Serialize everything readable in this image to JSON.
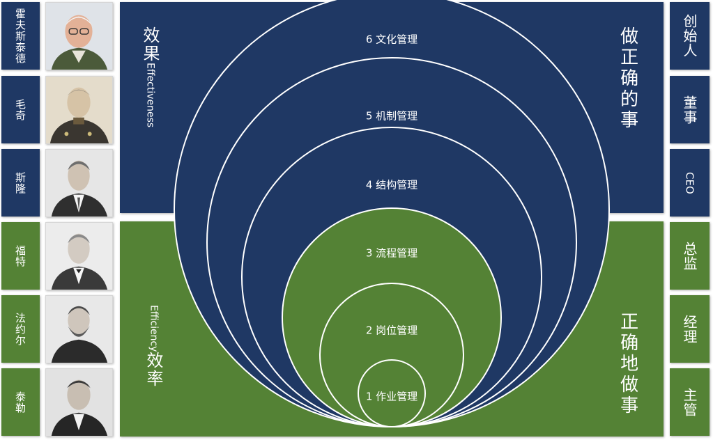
{
  "colors": {
    "navy": "#1f3864",
    "green": "#548235",
    "white": "#ffffff"
  },
  "people": [
    {
      "name": "霍夫斯泰德",
      "panel": "navy",
      "icon": "portrait-elderly-man-glasses"
    },
    {
      "name": "毛奇",
      "panel": "navy",
      "icon": "portrait-military-officer"
    },
    {
      "name": "斯隆",
      "panel": "navy",
      "icon": "portrait-businessman"
    },
    {
      "name": "福特",
      "panel": "green",
      "icon": "portrait-businessman"
    },
    {
      "name": "法约尔",
      "panel": "green",
      "icon": "portrait-bearded-man"
    },
    {
      "name": "泰勒",
      "panel": "green",
      "icon": "portrait-businessman"
    }
  ],
  "roles": [
    {
      "label": "创始人",
      "panel": "navy"
    },
    {
      "label": "董事",
      "panel": "navy"
    },
    {
      "label": "CEO",
      "panel": "navy"
    },
    {
      "label": "总监",
      "panel": "green"
    },
    {
      "label": "经理",
      "panel": "green"
    },
    {
      "label": "主管",
      "panel": "green"
    }
  ],
  "effectiveness": {
    "zh": "效果",
    "en": "Effectiveness"
  },
  "efficiency": {
    "zh": "效率",
    "en": "Efficiency"
  },
  "do_right_things": "做正确的事",
  "do_things_right": "正确地做事",
  "levels": [
    {
      "label": "1 作业管理",
      "color": "green"
    },
    {
      "label": "2 岗位管理",
      "color": "green"
    },
    {
      "label": "3 流程管理",
      "color": "green"
    },
    {
      "label": "4 结构管理",
      "color": "navy"
    },
    {
      "label": "5 机制管理",
      "color": "navy"
    },
    {
      "label": "6 文化管理",
      "color": "navy"
    }
  ]
}
